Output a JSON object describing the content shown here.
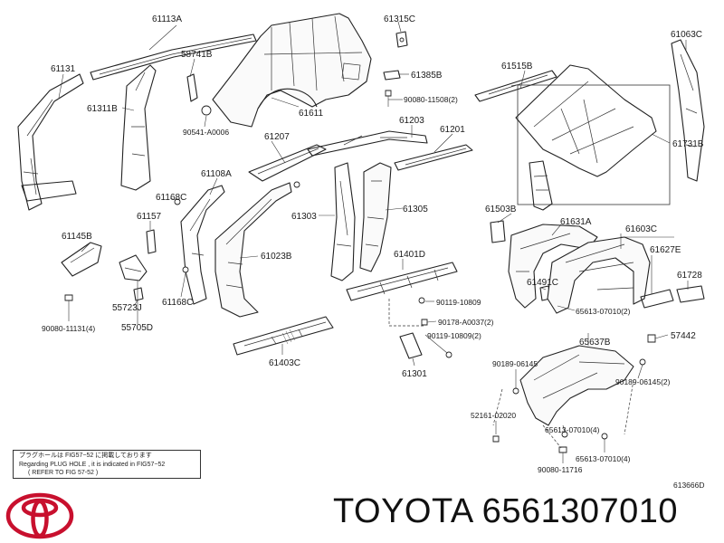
{
  "labels": {
    "p61113A": "61113A",
    "p61315C": "61315C",
    "p61063C": "61063C",
    "p61131": "61131",
    "p58741B": "58741B",
    "p61385B": "61385B",
    "p61515B": "61515B",
    "p90080_11508": "90080-11508(2)",
    "p61311B": "61311B",
    "p61611": "61611",
    "p61203": "61203",
    "p61201": "61201",
    "p61731B": "61731B",
    "p90541": "90541-A0006",
    "p61207": "61207",
    "p61108A": "61108A",
    "p61168C_top": "61168C",
    "p61157": "61157",
    "p61303": "61303",
    "p61305": "61305",
    "p61503B": "61503B",
    "p61631A": "61631A",
    "p61603C": "61603C",
    "p61145B": "61145B",
    "p61627E": "61627E",
    "p61023B": "61023B",
    "p61401D": "61401D",
    "p61728": "61728",
    "p61491C": "61491C",
    "p55723J": "55723J",
    "p61168C_bot": "61168C",
    "p90119_10809_a": "90119-10809",
    "p65613_a": "65613-07010(2)",
    "p90080_11131": "90080-11131(4)",
    "p55705D": "55705D",
    "p90178": "90178-A0037(2)",
    "p57442": "57442",
    "p90119_10809_b": "90119-10809(2)",
    "p65637B": "65637B",
    "p61403C": "61403C",
    "p61301": "61301",
    "p90189_a": "90189-06145",
    "p90189_b": "90189-06145(2)",
    "p52161": "52161-02020",
    "p65613_b": "65613-07010(4)",
    "p65613_c": "65613-07010(4)",
    "p90080_11716": "90080-11716"
  },
  "note": {
    "line1": "プラグホールは FIG57−52 に掲載しております",
    "line2": "Regarding PLUG HOLE , it is indicated in FIG57−52",
    "line3": "( REFER TO FIG 57-52 )"
  },
  "ref_code": "613666D",
  "brand": {
    "text": "TOYOTA 6561307010",
    "logo": "toyota-logo-icon",
    "logo_color": "#c8102e"
  }
}
